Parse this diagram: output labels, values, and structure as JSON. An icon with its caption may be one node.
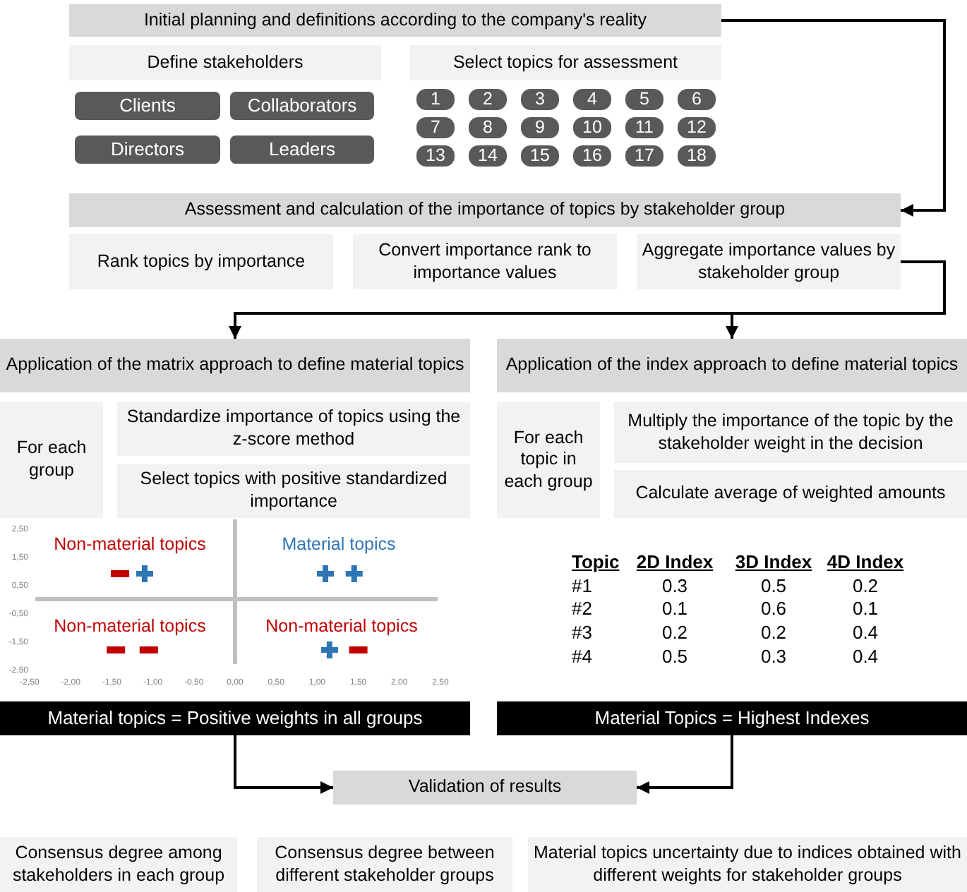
{
  "diagram": {
    "nodes": [
      {
        "text": [
          "Initial planning and definitions according to the company's reality"
        ]
      },
      {
        "text": [
          "Define stakeholders"
        ]
      },
      {
        "text": [
          "Select topics for assessment"
        ]
      },
      {
        "text": [
          "Clients"
        ]
      },
      {
        "text": [
          "Collaborators"
        ]
      },
      {
        "text": [
          "Directors"
        ]
      },
      {
        "text": [
          "Leaders"
        ]
      },
      {
        "text": [
          "1"
        ]
      },
      {
        "text": [
          "2"
        ]
      },
      {
        "text": [
          "3"
        ]
      },
      {
        "text": [
          "4"
        ]
      },
      {
        "text": [
          "5"
        ]
      },
      {
        "text": [
          "6"
        ]
      },
      {
        "text": [
          "7"
        ]
      },
      {
        "text": [
          "8"
        ]
      },
      {
        "text": [
          "9"
        ]
      },
      {
        "text": [
          "10"
        ]
      },
      {
        "text": [
          "11"
        ]
      },
      {
        "text": [
          "12"
        ]
      },
      {
        "text": [
          "13"
        ]
      },
      {
        "text": [
          "14"
        ]
      },
      {
        "text": [
          "15"
        ]
      },
      {
        "text": [
          "16"
        ]
      },
      {
        "text": [
          "17"
        ]
      },
      {
        "text": [
          "18"
        ]
      },
      {
        "text": [
          "Assessment and calculation of the importance of topics by stakeholder group"
        ]
      },
      {
        "text": [
          "Rank topics by importance"
        ]
      },
      {
        "text": [
          "Convert importance rank to importance values"
        ]
      },
      {
        "text": [
          "Aggregate importance values by stakeholder group"
        ]
      },
      {
        "text": [
          "Application of the matrix approach to define material topics"
        ]
      },
      {
        "text": [
          "For each group"
        ]
      },
      {
        "text": [
          "Standardize importance of topics using the z-score method"
        ]
      },
      {
        "text": [
          "Select topics with positive standardized importance"
        ]
      },
      {
        "text": [
          "Application of the index approach to define material topics"
        ]
      },
      {
        "text": [
          "For each topic in each group"
        ]
      },
      {
        "text": [
          "Multiply the importance of the topic by the stakeholder weight in the decision"
        ]
      },
      {
        "text": [
          "Calculate average of weighted amounts"
        ]
      },
      {
        "text": [
          "Material topics = Positive weights in all groups"
        ]
      },
      {
        "text": [
          "Material Topics = Highest Indexes"
        ]
      },
      {
        "text": [
          "Validation of results"
        ]
      },
      {
        "text": [
          "Consensus degree among stakeholders in each group"
        ]
      },
      {
        "text": [
          "Consensus degree between different stakeholder groups"
        ]
      },
      {
        "text": [
          "Material topics uncertainty due to indices obtained with different weights for stakeholder groups"
        ]
      }
    ],
    "edges": [
      {
        "from": 0,
        "to": 25,
        "arrow": "to"
      },
      {
        "from": 28,
        "to": 29,
        "arrow": "to"
      },
      {
        "from": 28,
        "to": 33,
        "arrow": "to"
      },
      {
        "from": 37,
        "to": 39,
        "arrow": "to"
      },
      {
        "from": 38,
        "to": 39,
        "arrow": "to"
      }
    ],
    "labels": [
      "Non-material topics",
      "Material topics",
      "Non-material topics",
      "Non-material topics",
      "Topic",
      "2D Index",
      "3D Index",
      "4D Index",
      "#1",
      "0.3",
      "0.5",
      "0.2",
      "#2",
      "0.1",
      "0.6",
      "0.1",
      "#3",
      "0.2",
      "0.2",
      "0.4",
      "#4",
      "0.5",
      "0.3",
      "0.4"
    ],
    "chart_data": {
      "type": "scatter",
      "x": [
        -1.45,
        -1.4,
        -1.1,
        -1.05,
        1.1,
        1.15,
        1.45,
        1.5
      ],
      "xlim": [
        -2.5,
        2.5
      ],
      "ylim": [
        -2.5,
        2.5
      ],
      "xticks": [
        {
          "value": -2.5,
          "label": "-2,50"
        },
        {
          "value": -2,
          "label": "-2,00"
        },
        {
          "value": -1.5,
          "label": "-1,50"
        },
        {
          "value": -1,
          "label": "-1,00"
        },
        {
          "value": -0.5,
          "label": "-0,50"
        },
        {
          "value": 0,
          "label": "0,00"
        },
        {
          "value": 0.5,
          "label": "0,50"
        },
        {
          "value": 1,
          "label": "1,00"
        },
        {
          "value": 1.5,
          "label": "1,50"
        },
        {
          "value": 2,
          "label": "2,00"
        },
        {
          "value": 2.5,
          "label": "2,50"
        }
      ],
      "yticks": [
        {
          "value": 2.5,
          "label": "2,50"
        },
        {
          "value": 1.5,
          "label": "1,50"
        },
        {
          "value": 0.5,
          "label": "0,50"
        },
        {
          "value": -0.5,
          "label": "-0,50"
        },
        {
          "value": -1.5,
          "label": "-1,50"
        },
        {
          "value": -2.5,
          "label": "-2,50"
        }
      ],
      "series": [
        {
          "color": "#c00000",
          "values": [
            -1.8,
            0.9,
            null,
            -1.8,
            null,
            null,
            null,
            -1.8
          ]
        },
        {
          "color": "#2e75b6",
          "values": [
            null,
            null,
            0.9,
            null,
            0.9,
            -1.8,
            0.9,
            null
          ]
        }
      ]
    }
  }
}
